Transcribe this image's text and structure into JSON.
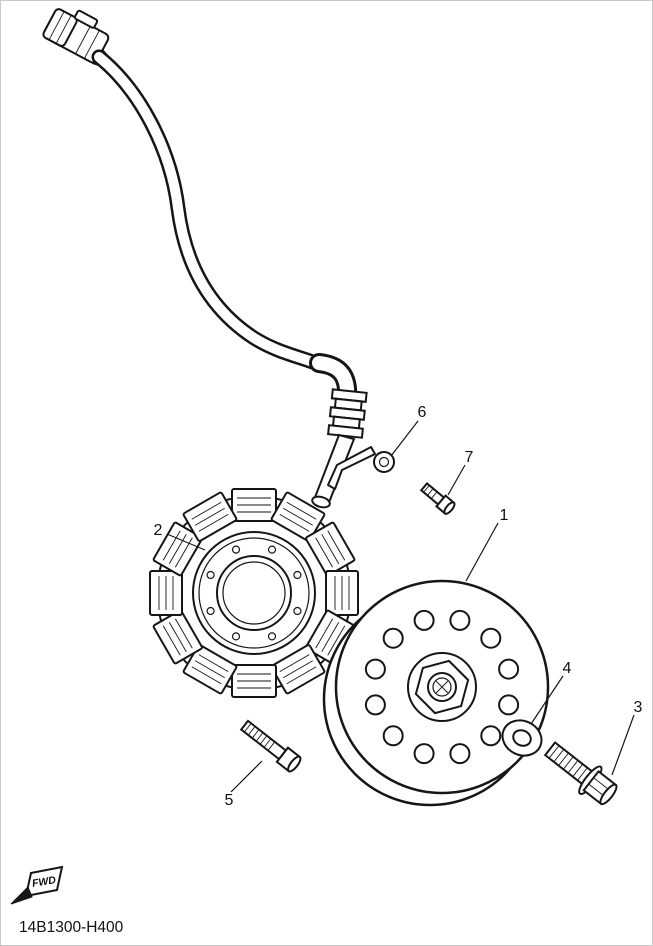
{
  "diagram": {
    "part_code": "14B1300-H400",
    "fwd_label": "FWD",
    "callouts": [
      "1",
      "2",
      "3",
      "4",
      "5",
      "6",
      "7"
    ]
  }
}
